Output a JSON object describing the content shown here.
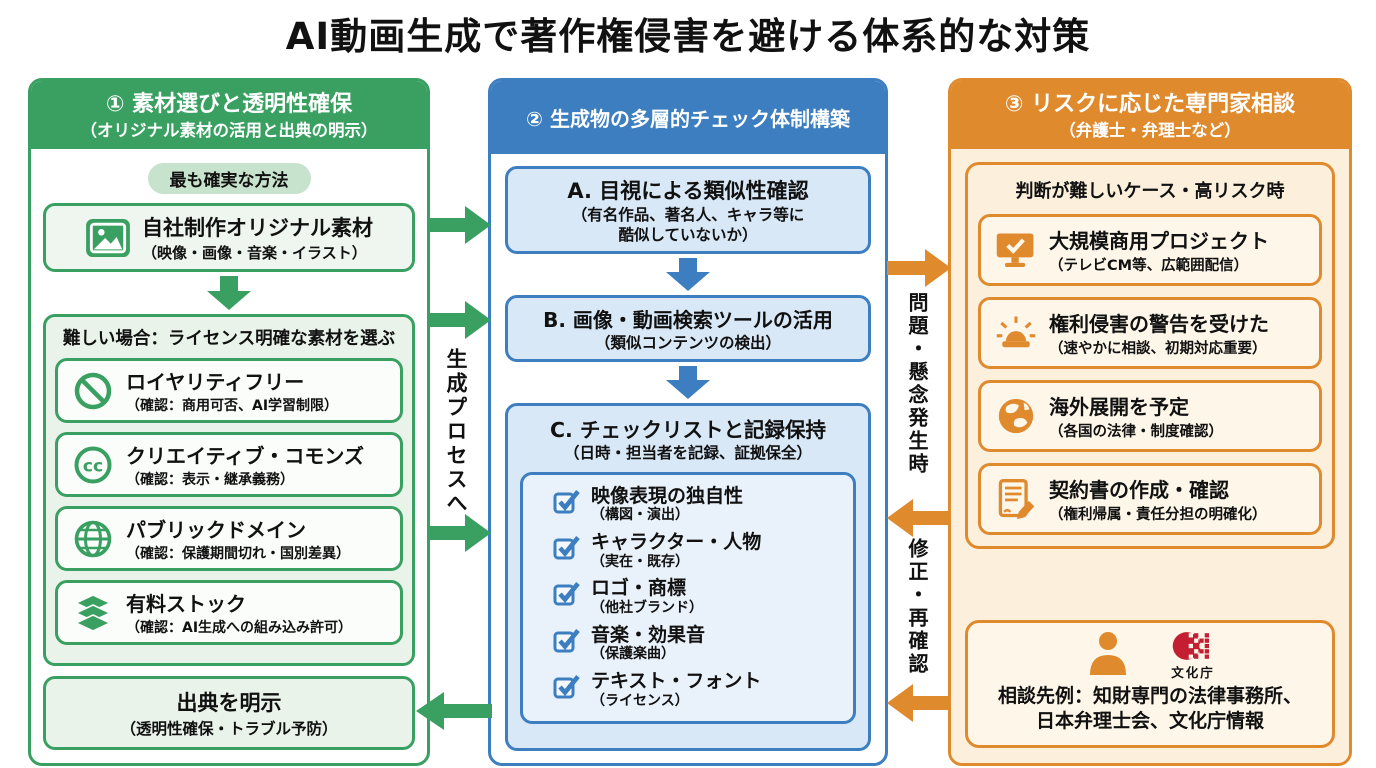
{
  "title": "AI動画生成で著作権侵害を避ける体系的な対策",
  "colors": {
    "green": "#3aa061",
    "green-light": "#e9f3ea",
    "green-badge": "#c8e3cd",
    "blue": "#3c7ec0",
    "blue-light": "#d8e8f7",
    "blue-inner": "#e9f1fa",
    "orange": "#e08a2e",
    "cream": "#fcf0dd",
    "cream-item": "#fdf6e9",
    "red": "#c41e33"
  },
  "left": {
    "header": {
      "title": "① 素材選びと透明性確保",
      "subtitle": "（オリジナル素材の活用と出典の明示）"
    },
    "badge": "最も確実な方法",
    "original": {
      "icon": "image-icon",
      "title": "自社制作オリジナル素材",
      "subtitle": "（映像・画像・音楽・イラスト）"
    },
    "license": {
      "heading": "難しい場合：ライセンス明確な素材を選ぶ",
      "items": [
        {
          "icon": "no-entry-icon",
          "title": "ロイヤリティフリー",
          "subtitle": "（確認：商用可否、AI学習制限）"
        },
        {
          "icon": "creative-commons-icon",
          "title": "クリエイティブ・コモンズ",
          "subtitle": "（確認：表示・継承義務）"
        },
        {
          "icon": "globe-icon",
          "title": "パブリックドメイン",
          "subtitle": "（確認：保護期間切れ・国別差異）"
        },
        {
          "icon": "layers-icon",
          "title": "有料ストック",
          "subtitle": "（確認：AI生成への組み込み許可）"
        }
      ]
    },
    "source": {
      "title": "出典を明示",
      "subtitle": "（透明性確保・トラブル予防）"
    }
  },
  "center": {
    "header": {
      "title": "② 生成物の多層的チェック体制構築"
    },
    "stepA": {
      "title": "A. 目視による類似性確認",
      "subtitle1": "（有名作品、著名人、キャラ等に",
      "subtitle2": "酷似していないか）"
    },
    "stepB": {
      "title": "B. 画像・動画検索ツールの活用",
      "subtitle": "（類似コンテンツの検出）"
    },
    "stepC": {
      "title": "C. チェックリストと記録保持",
      "subtitle": "（日時・担当者を記録、証拠保全）",
      "checklist": [
        {
          "title": "映像表現の独自性",
          "subtitle": "（構図・演出）"
        },
        {
          "title": "キャラクター・人物",
          "subtitle": "（実在・既存）"
        },
        {
          "title": "ロゴ・商標",
          "subtitle": "（他社ブランド）"
        },
        {
          "title": "音楽・効果音",
          "subtitle": "（保護楽曲）"
        },
        {
          "title": "テキスト・フォント",
          "subtitle": "（ライセンス）"
        }
      ]
    }
  },
  "right": {
    "header": {
      "title": "③ リスクに応じた専門家相談",
      "subtitle": "（弁護士・弁理士など）"
    },
    "cases": {
      "heading": "判断が難しいケース・高リスク時",
      "items": [
        {
          "icon": "monitor-check-icon",
          "title": "大規模商用プロジェクト",
          "subtitle": "（テレビCM等、広範囲配信）"
        },
        {
          "icon": "siren-icon",
          "title": "権利侵害の警告を受けた",
          "subtitle": "（速やかに相談、初期対応重要）"
        },
        {
          "icon": "globe-icon",
          "title": "海外展開を予定",
          "subtitle": "（各国の法律・制度確認）"
        },
        {
          "icon": "contract-icon",
          "title": "契約書の作成・確認",
          "subtitle": "（権利帰属・責任分担の明確化）"
        }
      ]
    },
    "contacts": {
      "agency_label": "文化庁",
      "line1": "相談先例：知財専門の法律事務所、",
      "line2": "日本弁理士会、文化庁情報"
    }
  },
  "connectors": {
    "left_to_center_label": "生成プロセスへ",
    "center_to_right_label": "問題・懸念発生時",
    "right_to_center_label": "修正・再確認"
  }
}
